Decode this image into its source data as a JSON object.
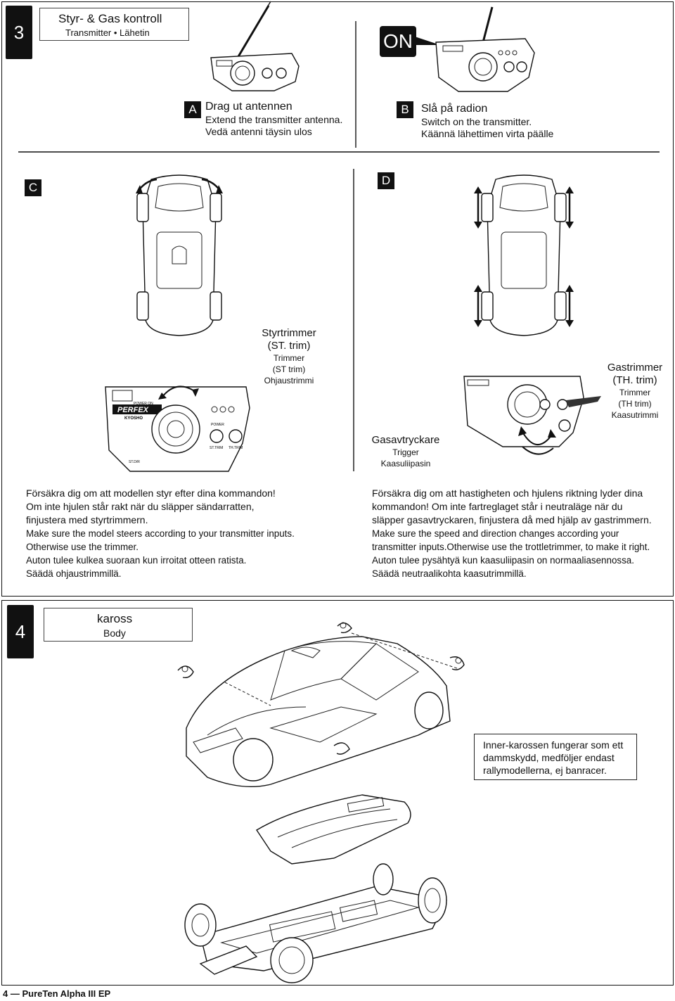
{
  "step3": {
    "number": "3",
    "title": "Styr- & Gas kontroll",
    "subtitle": "Transmitter • Lähetin",
    "A": {
      "letter": "A",
      "line1": "Drag ut antennen",
      "line2": "Extend the transmitter antenna.",
      "line3": "Vedä antenni täysin ulos"
    },
    "B": {
      "letter": "B",
      "line1": "Slå på radion",
      "line2": "Switch on the transmitter.",
      "line3": "Käännä lähettimen virta päälle"
    },
    "on_label": "ON",
    "C": {
      "letter": "C"
    },
    "D": {
      "letter": "D"
    },
    "st_trim": {
      "line1": "Styrtrimmer",
      "line2": "(ST. trim)",
      "line3": "Trimmer",
      "line4": "(ST trim)",
      "line5": "Ohjaustrimmi"
    },
    "th_trim": {
      "line1": "Gastrimmer",
      "line2": "(TH. trim)",
      "line3": "Trimmer",
      "line4": "(TH trim)",
      "line5": "Kaasutrimmi"
    },
    "trigger": {
      "line1": "Gasavtryckare",
      "line2": "Trigger",
      "line3": "Kaasuliipasin"
    },
    "transmitter_labels": {
      "power_on": "POWER ON",
      "power": "POWER",
      "st_trim": "ST.TRIM",
      "th_trim": "TH.TRIM",
      "st_dr": "ST.D/R",
      "brand": "KYOSHO",
      "model": "PERFEX"
    },
    "left_text": [
      "Försäkra dig om att modellen styr efter dina kommandon!",
      "Om inte hjulen står rakt när du släpper sändarratten,",
      "finjustera med styrtrimmern.",
      "Make sure the model steers according  to your transmitter inputs.",
      "Otherwise use the trimmer.",
      "Auton tulee kulkea suoraan kun irroitat otteen ratista.",
      "Säädä ohjaustrimmillä."
    ],
    "right_text": [
      "Försäkra dig om att hastigheten och hjulens riktning lyder dina",
      "kommandon! Om inte fartreglaget står i neutraläge när du",
      "släpper gasavtryckaren, finjustera då med hjälp av gastrimmern.",
      "Make sure the speed and direction changes according your",
      "transmitter inputs.Otherwise use the trottletrimmer, to make it right.",
      "Auton tulee pysähtyä kun kaasuliipasin on normaaliasennossa.",
      "Säädä neutraalikohta kaasutrimmillä."
    ]
  },
  "step4": {
    "number": "4",
    "title": "kaross",
    "subtitle": "Body",
    "note": [
      "Inner-karossen fungerar som ett",
      "dammskydd, medföljer endast",
      "rallymodellerna, ej banracer."
    ]
  },
  "footer": {
    "page": "4",
    "dash": "—",
    "product": "PureTen Alpha III EP"
  }
}
